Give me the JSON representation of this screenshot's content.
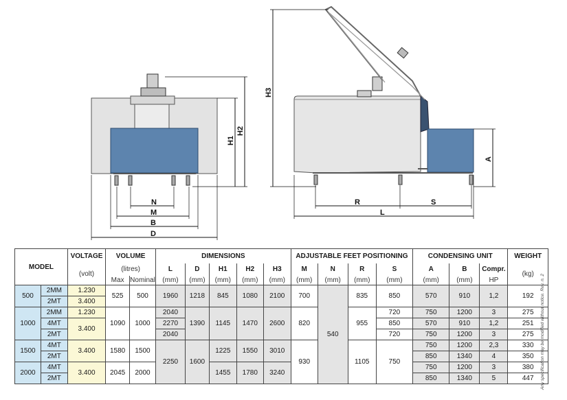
{
  "drawing": {
    "front_labels": [
      "N",
      "M",
      "B",
      "D",
      "H1",
      "H2"
    ],
    "side_labels": [
      "H3",
      "A",
      "R",
      "S",
      "L"
    ]
  },
  "table": {
    "groups": {
      "model": "MODEL",
      "voltage": "VOLTAGE",
      "volume": "VOLUME",
      "dimensions": "DIMENSIONS",
      "feet": "ADJUSTABLE FEET POSITIONING",
      "condensing": "CONDENSING UNIT",
      "weight": "WEIGHT"
    },
    "subheaders": {
      "voltage_unit": "(volt)",
      "volume_unit": "(litres)",
      "volume_max": "Max",
      "volume_nominal": "Nominal",
      "weight_unit": "(kg)",
      "hp_unit": "HP"
    },
    "columns": {
      "L": "L",
      "D": "D",
      "H1": "H1",
      "H2": "H2",
      "H3": "H3",
      "M": "M",
      "N": "N",
      "R": "R",
      "S": "S",
      "A": "A",
      "B": "B",
      "Compr": "Compr.",
      "mm": "(mm)"
    },
    "caps": [
      "500",
      "1000",
      "1500",
      "2000"
    ],
    "models": [
      "2MM",
      "2MT",
      "2MM",
      "4MT",
      "2MT",
      "4MT",
      "2MT",
      "4MT",
      "2MT"
    ],
    "voltage": [
      "1.230",
      "3.400",
      "1.230",
      "3.400",
      "3.400",
      "3.400"
    ],
    "vol_max": [
      "525",
      "1090",
      "1580",
      "2045"
    ],
    "vol_nominal": [
      "500",
      "1000",
      "1500",
      "2000"
    ],
    "L": [
      "1960",
      "2040",
      "2270",
      "2040",
      "2250"
    ],
    "D": [
      "1218",
      "1390",
      "1600"
    ],
    "H1": [
      "845",
      "1145",
      "1225",
      "1455"
    ],
    "H2": [
      "1080",
      "1470",
      "1550",
      "1780"
    ],
    "H3": [
      "2100",
      "2600",
      "3010",
      "3240"
    ],
    "M": [
      "700",
      "820",
      "930"
    ],
    "N": "540",
    "R": [
      "835",
      "955",
      "1105"
    ],
    "S": [
      "850",
      "720",
      "850",
      "720",
      "750"
    ],
    "cu_A": [
      "570",
      "750",
      "570",
      "750",
      "750",
      "850",
      "750",
      "850"
    ],
    "cu_B": [
      "910",
      "1200",
      "910",
      "1200",
      "1200",
      "1340",
      "1200",
      "1340"
    ],
    "compr": [
      "1,2",
      "3",
      "1,2",
      "3",
      "2,3",
      "4",
      "3",
      "5"
    ],
    "weight": [
      "192",
      "275",
      "251",
      "275",
      "330",
      "350",
      "380",
      "447"
    ]
  },
  "notes": {
    "side": "Any specification may be modified without notice. Rev. n. 2"
  }
}
